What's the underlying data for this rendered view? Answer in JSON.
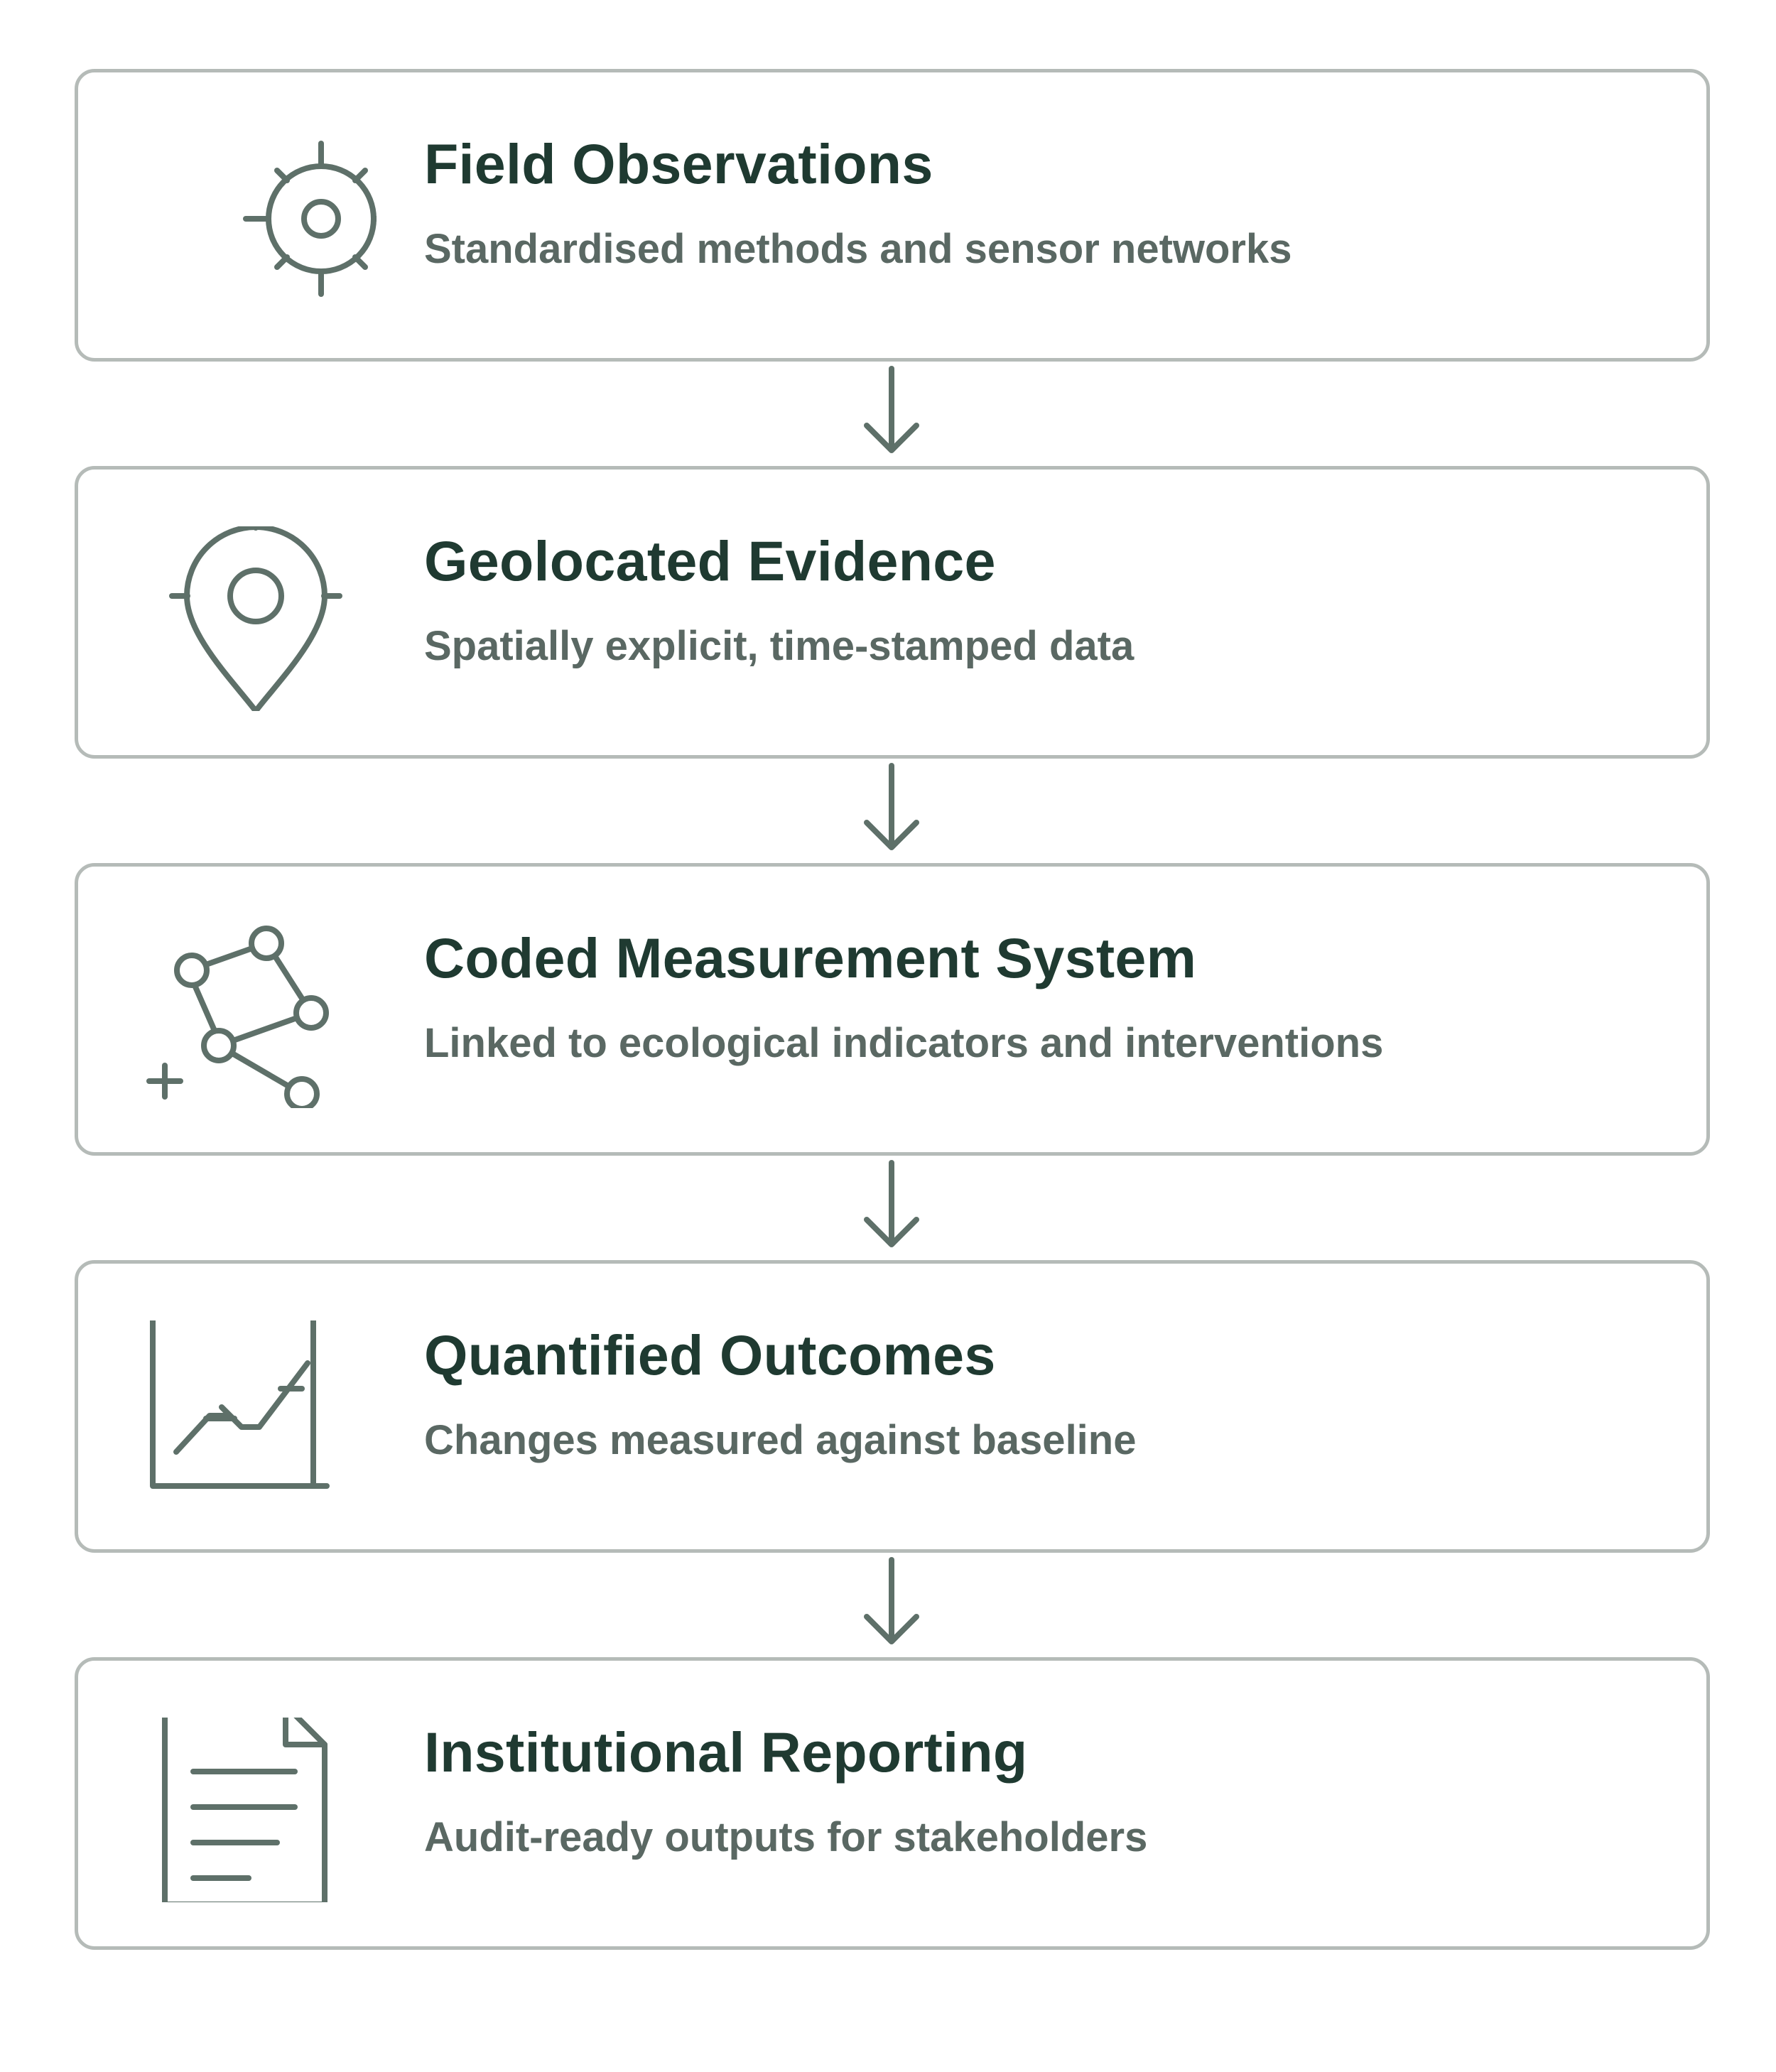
{
  "steps": [
    {
      "title": "Field Observations",
      "description": "Standardised methods and sensor networks",
      "icon": "observer-sensor-icon"
    },
    {
      "title": "Geolocated Evidence",
      "description": "Spatially explicit, time-stamped data",
      "icon": "location-pin-icon"
    },
    {
      "title": "Coded Measurement System",
      "description": "Linked to ecological indicators and interventions",
      "icon": "node-network-icon"
    },
    {
      "title": "Quantified Outcomes",
      "description": "Changes measured against baseline",
      "icon": "line-chart-icon"
    },
    {
      "title": "Institutional Reporting",
      "description": "Audit-ready outputs for stakeholders",
      "icon": "document-icon"
    }
  ],
  "colors": {
    "title": "#1f3a31",
    "description": "#5a6863",
    "icon_stroke": "#5e7069",
    "card_border": "#b5bbb8"
  }
}
